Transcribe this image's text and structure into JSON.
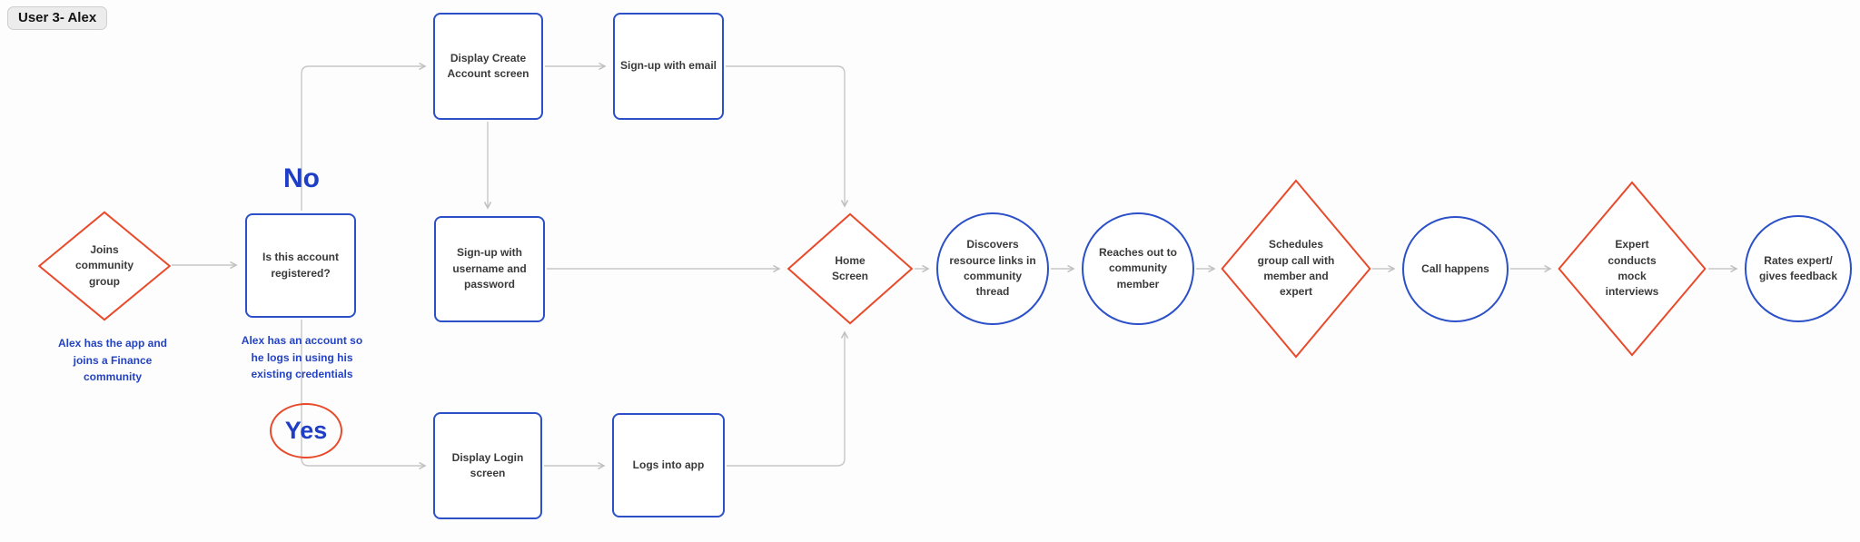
{
  "canvas": {
    "tag": "User 3- Alex"
  },
  "colors": {
    "diamond_stroke": "#E84B2C",
    "blue_stroke": "#2B50C8",
    "branch_label_blue": "#1D3EC5",
    "caption_blue": "#2443C4",
    "connector_gray": "#C7C7C7",
    "node_text": "#3A3A3A",
    "tag_background": "#ECECEC"
  },
  "branch_labels": {
    "no": "No",
    "yes": "Yes"
  },
  "annotations": {
    "alex_app": "Alex has the app and\njoins a Finance\ncommunity",
    "alex_account": "Alex has an account so\nhe logs in using his\nexisting credentials"
  },
  "nodes": {
    "joins_community_group": {
      "shape": "diamond",
      "label": "Joins\ncommunity\ngroup"
    },
    "is_account_registered": {
      "shape": "rect",
      "label": "Is this account\nregistered?"
    },
    "display_create_account": {
      "shape": "rect",
      "label": "Display Create\nAccount screen"
    },
    "signup_with_email": {
      "shape": "rect",
      "label": "Sign-up with email"
    },
    "signup_with_username": {
      "shape": "rect",
      "label": "Sign-up with\nusername and\npassword"
    },
    "display_login": {
      "shape": "rect",
      "label": "Display Login screen"
    },
    "logs_into_app": {
      "shape": "rect",
      "label": "Logs into app"
    },
    "home_screen": {
      "shape": "diamond",
      "label": "Home\nScreen"
    },
    "discovers_resources": {
      "shape": "circle",
      "label": "Discovers\nresource links in\ncommunity\nthread"
    },
    "reaches_out": {
      "shape": "circle",
      "label": "Reaches out to\ncommunity\nmember"
    },
    "schedules_call": {
      "shape": "diamond",
      "label": "Schedules\ngroup call with\nmember and\nexpert"
    },
    "call_happens": {
      "shape": "circle",
      "label": "Call happens"
    },
    "expert_mock_interviews": {
      "shape": "diamond",
      "label": "Expert\nconducts\nmock\ninterviews"
    },
    "rates_expert": {
      "shape": "circle",
      "label": "Rates expert/\ngives feedback"
    }
  },
  "edges": [
    {
      "from": "joins_community_group",
      "to": "is_account_registered"
    },
    {
      "from": "is_account_registered",
      "to": "display_create_account",
      "label": "No"
    },
    {
      "from": "display_create_account",
      "to": "signup_with_email"
    },
    {
      "from": "signup_with_email",
      "to": "home_screen"
    },
    {
      "from": "display_create_account",
      "to": "signup_with_username"
    },
    {
      "from": "signup_with_username",
      "to": "home_screen"
    },
    {
      "from": "is_account_registered",
      "to": "display_login",
      "label": "Yes"
    },
    {
      "from": "display_login",
      "to": "logs_into_app"
    },
    {
      "from": "logs_into_app",
      "to": "home_screen"
    },
    {
      "from": "home_screen",
      "to": "discovers_resources"
    },
    {
      "from": "discovers_resources",
      "to": "reaches_out"
    },
    {
      "from": "reaches_out",
      "to": "schedules_call"
    },
    {
      "from": "schedules_call",
      "to": "call_happens"
    },
    {
      "from": "call_happens",
      "to": "expert_mock_interviews"
    },
    {
      "from": "expert_mock_interviews",
      "to": "rates_expert"
    }
  ]
}
